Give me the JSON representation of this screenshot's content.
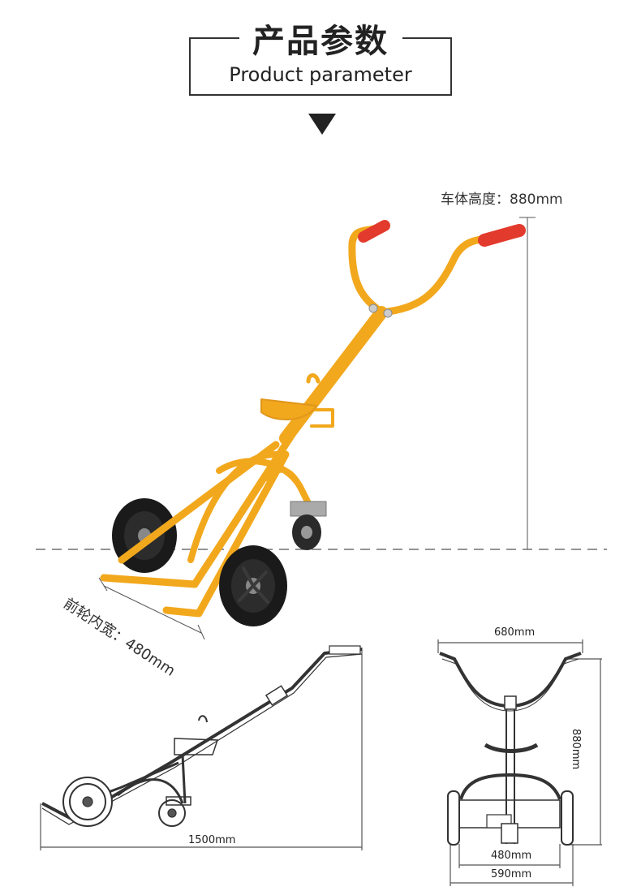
{
  "header": {
    "title_zh": "产品参数",
    "title_en": "Product parameter"
  },
  "specs": {
    "height_label": "车体高度：880mm",
    "wheel_inner_width_label": "前轮内宽：480mm"
  },
  "drawings": {
    "front_top_width": "680mm",
    "front_height": "880mm",
    "front_wheel_inner": "480mm",
    "front_wheel_outer": "590mm",
    "side_length": "1500mm"
  },
  "colors": {
    "frame": "#f2a81d",
    "grip": "#e23a2c",
    "tire": "#1a1a1a"
  }
}
